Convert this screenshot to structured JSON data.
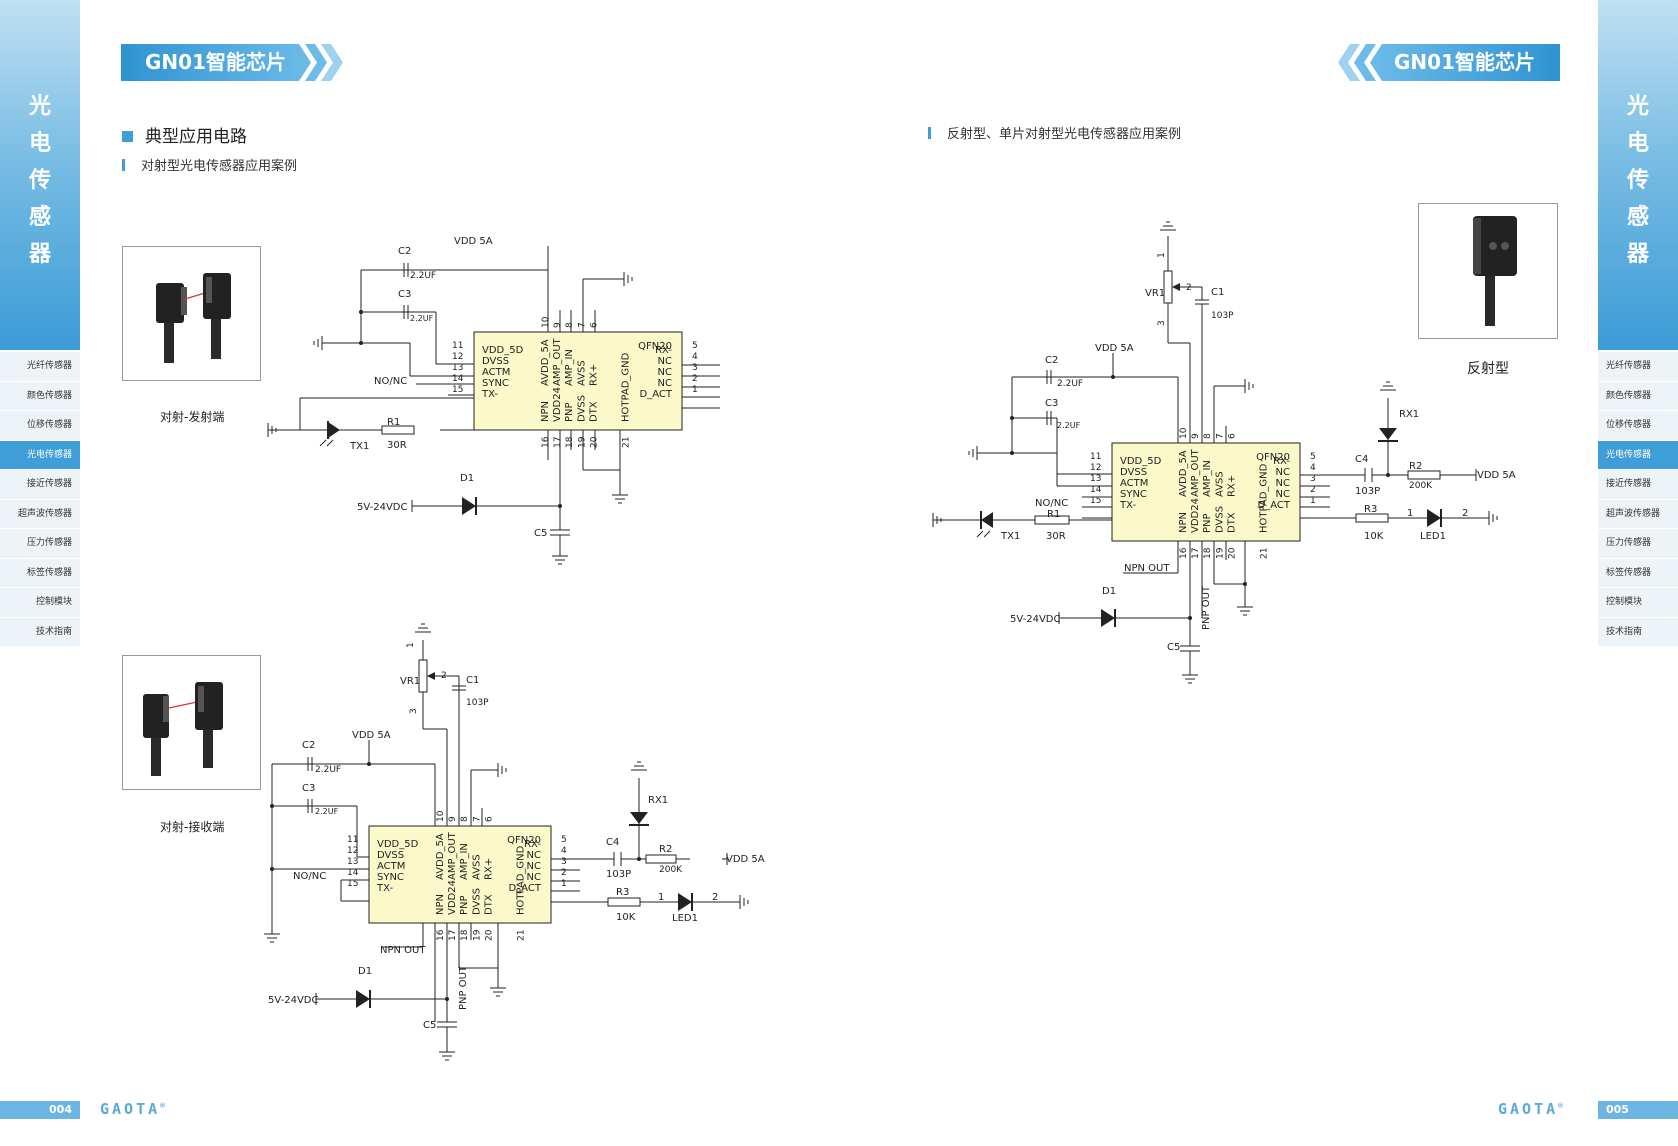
{
  "sidebar": {
    "title_chars": [
      "光",
      "电",
      "传",
      "感",
      "器"
    ],
    "items": [
      "光纤传感器",
      "颜色传感器",
      "位移传感器",
      "光电传感器",
      "接近传感器",
      "超声波传感器",
      "压力传感器",
      "标签传感器",
      "控制模块",
      "技术指南"
    ],
    "active": "光电传感器"
  },
  "header": {
    "banner_title": "GN01智能芯片"
  },
  "left_page": {
    "section_title": "典型应用电路",
    "subsection_title": "对射型光电传感器应用案例",
    "captions": [
      "对射-发射端",
      "对射-接收端"
    ],
    "page_number": "004"
  },
  "right_page": {
    "subsection_title": "反射型、单片对射型光电传感器应用案例",
    "caption": "反射型",
    "page_number": "005"
  },
  "brand": {
    "logo": "GAOTA",
    "reg": "®"
  },
  "schematic": {
    "chip": {
      "part": "QFN20",
      "left_labels": [
        "VDD_5D",
        "DVSS",
        "ACTM",
        "SYNC",
        "TX-"
      ],
      "left_pins": [
        "11",
        "12",
        "13",
        "14",
        "15"
      ],
      "top_labels": [
        "AVDD_5A",
        "AMP_OUT",
        "AMP_IN",
        "AVSS",
        "RX+"
      ],
      "top_pins": [
        "10",
        "9",
        "8",
        "7",
        "6"
      ],
      "right_labels": [
        "RX-",
        "NC",
        "NC",
        "NC",
        "D_ACT"
      ],
      "right_pins": [
        "5",
        "4",
        "3",
        "2",
        "1"
      ],
      "bottom_labels": [
        "NPN",
        "VDD24",
        "PNP",
        "DVSS",
        "DTX",
        "HOTPAD_GND"
      ],
      "bottom_pins": [
        "16",
        "17",
        "18",
        "19",
        "20",
        "21"
      ]
    },
    "labels": {
      "vdd5a": "VDD 5A",
      "vdd5a_bar": "VDD 5A",
      "c1": "C1",
      "c1v": "103P",
      "c2": "C2",
      "c2v": "2.2UF",
      "c3": "C3",
      "c3v": "2.2UF",
      "c4": "C4",
      "c4v": "103P",
      "c5": "C5",
      "r1": "R1",
      "r1v": "30R",
      "r2": "R2",
      "r2v": "200K",
      "r3": "R3",
      "r3v": "10K",
      "vr1": "VR1",
      "d1": "D1",
      "tx1": "TX1",
      "rx1": "RX1",
      "led1": "LED1",
      "nonc": "NO/NC",
      "supply": "5V-24VDC",
      "npn_out": "NPN OUT",
      "pnp_out": "PNP OUT",
      "p1": "1",
      "p2": "2",
      "p3": "3"
    }
  }
}
